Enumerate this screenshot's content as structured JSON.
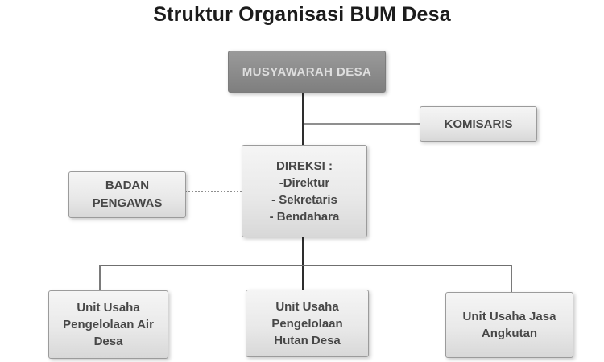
{
  "title": "Struktur Organisasi BUM Desa",
  "colors": {
    "root_box_fill": "#8b8b8b",
    "root_box_text": "#dedede",
    "light_box_fill": "#e9e9e9",
    "box_border": "#9b9b9b",
    "box_text": "#474747",
    "connector_dark": "#2e2e2e",
    "connector_gray": "#8f8f8f",
    "background": "#ffffff"
  },
  "nodes": {
    "musyawarah": {
      "label": "MUSYAWARAH DESA"
    },
    "komisaris": {
      "label": "KOMISARIS"
    },
    "direksi": {
      "heading": "DIREKSI :",
      "items": [
        "-Direktur",
        "- Sekretaris",
        "- Bendahara"
      ]
    },
    "badan_pengawas": {
      "lines": [
        "BADAN",
        "PENGAWAS"
      ]
    },
    "unit_air": {
      "lines": [
        "Unit Usaha",
        "Pengelolaan Air",
        "Desa"
      ]
    },
    "unit_hutan": {
      "lines": [
        "Unit Usaha",
        "Pengelolaan",
        "Hutan Desa"
      ]
    },
    "unit_jasa": {
      "lines": [
        "Unit Usaha Jasa",
        "Angkutan"
      ]
    }
  },
  "connections": {
    "musyawarah_to_direksi": "solid",
    "musyawarah_branch_to_komisaris": "solid",
    "badan_pengawas_to_direksi": "dotted",
    "direksi_to_units": "solid"
  }
}
